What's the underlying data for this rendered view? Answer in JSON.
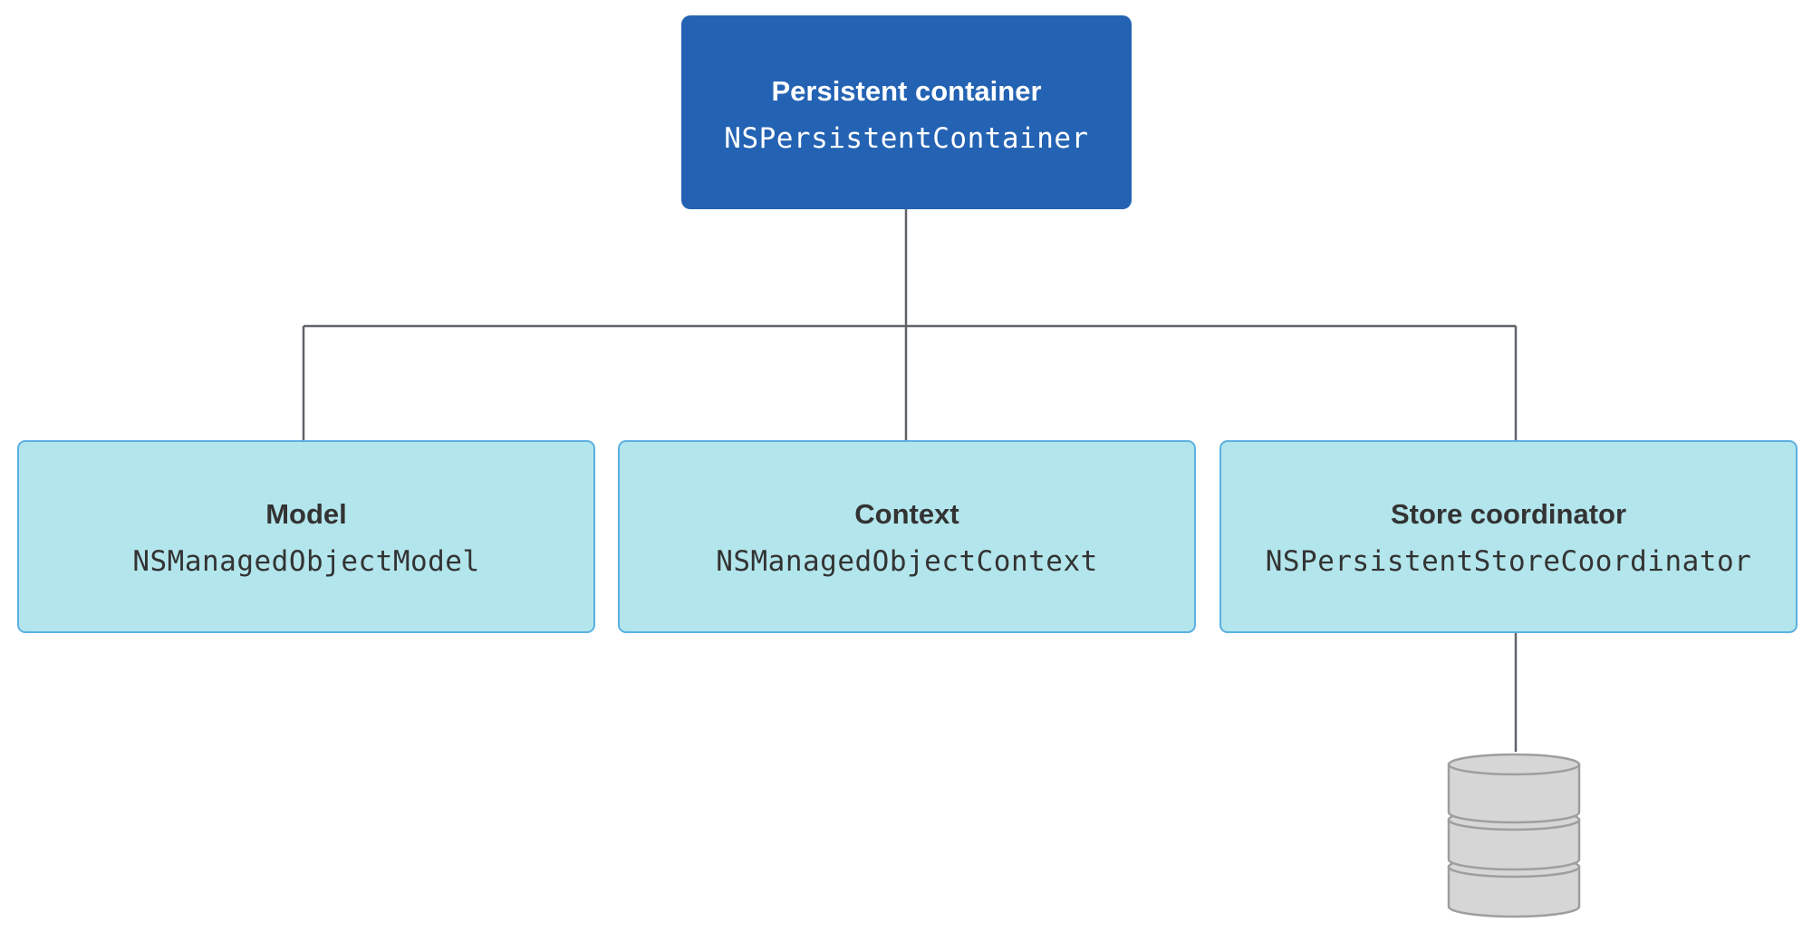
{
  "diagram": {
    "root": {
      "title": "Persistent container",
      "class_name": "NSPersistentContainer"
    },
    "children": [
      {
        "title": "Model",
        "class_name": "NSManagedObjectModel"
      },
      {
        "title": "Context",
        "class_name": "NSManagedObjectContext"
      },
      {
        "title": "Store coordinator",
        "class_name": "NSPersistentStoreCoordinator"
      }
    ],
    "store_icon": "database-icon",
    "colors": {
      "root_fill": "#2463b3",
      "child_fill": "#b3e5ec",
      "child_border": "#5bb1e0",
      "connector": "#5f6368",
      "database_fill": "#d6d6d6",
      "database_stroke": "#9e9e9e"
    }
  }
}
